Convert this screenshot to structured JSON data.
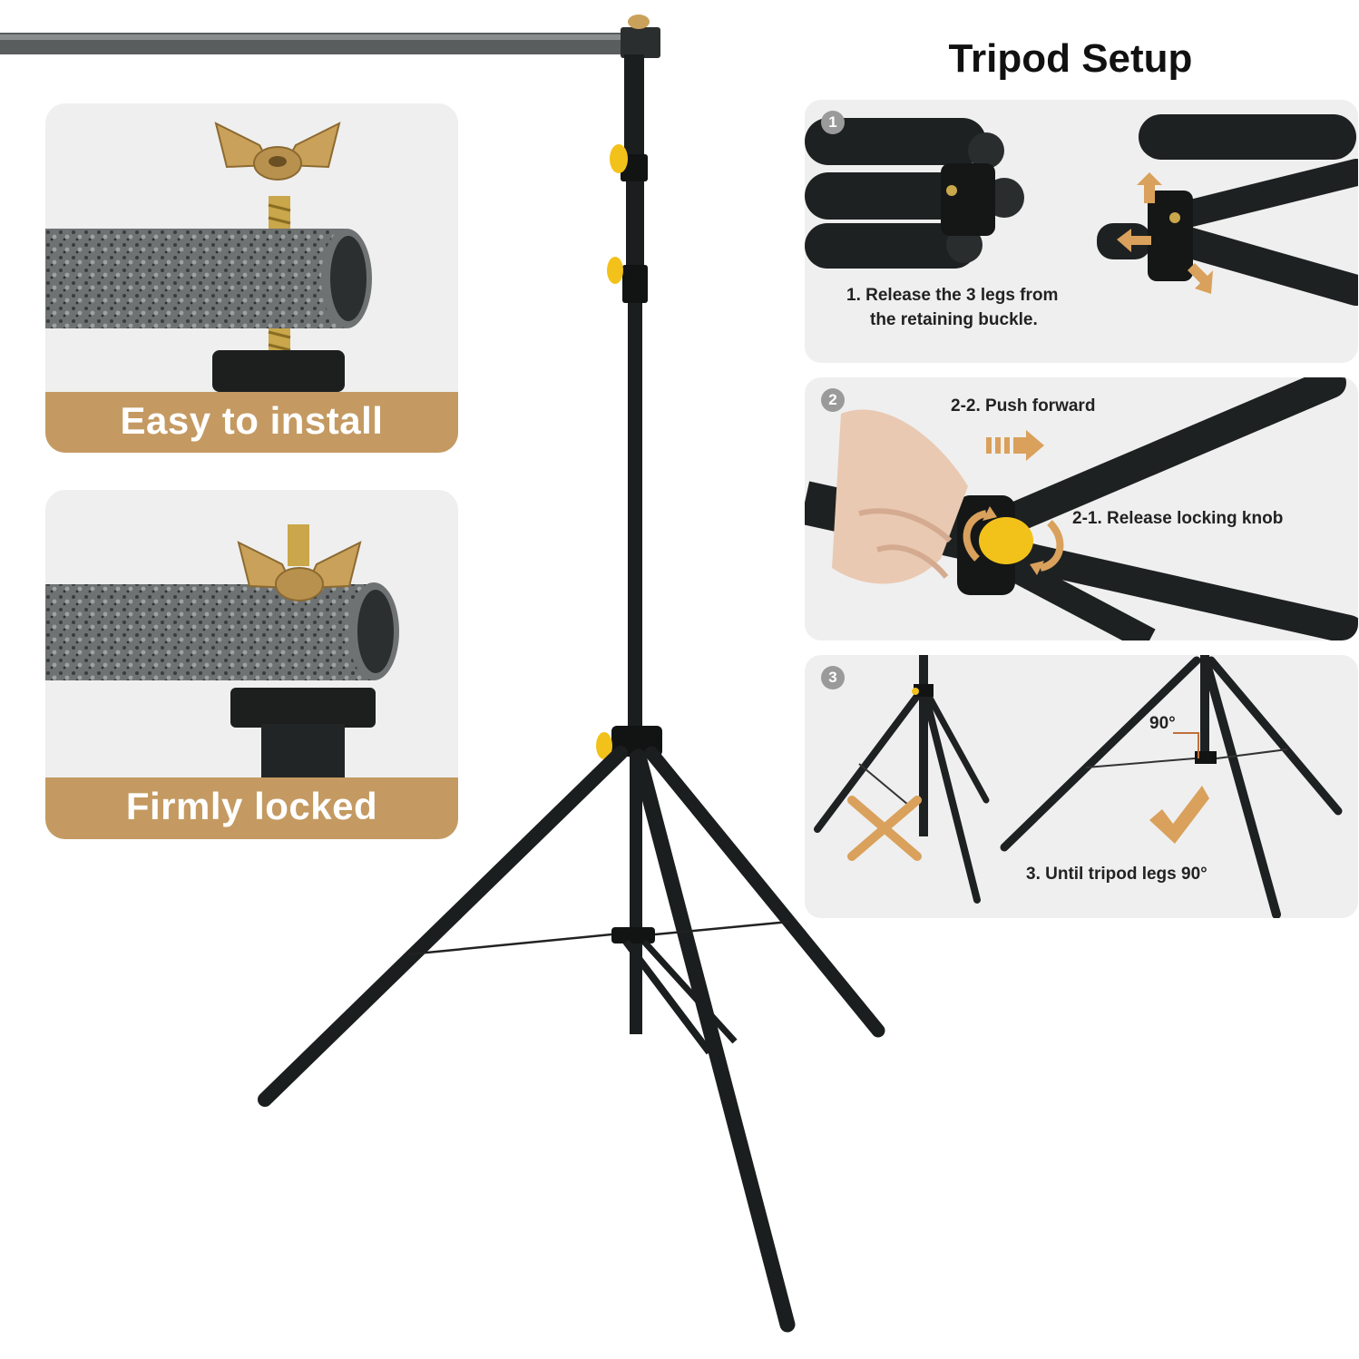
{
  "title": "Tripod Setup",
  "left_panels": [
    {
      "caption": "Easy to install"
    },
    {
      "caption": "Firmly locked"
    }
  ],
  "steps": [
    {
      "badge": "1",
      "text_line1": "1. Release the 3 legs from",
      "text_line2": "the retaining buckle."
    },
    {
      "badge": "2",
      "push_text": "2-2. Push forward",
      "knob_text": "2-1. Release locking knob"
    },
    {
      "badge": "3",
      "angle_text": "90°",
      "text": "3. Until tripod legs 90°"
    }
  ],
  "colors": {
    "caption_band": "#c49a62",
    "panel_bg": "#efefef",
    "tube": "#1b1e1e",
    "knob": "#f3c21a",
    "accent_arrow": "#d9a15c"
  },
  "icons": [
    "wing-nut-icon",
    "cross-mark-icon",
    "check-mark-icon",
    "rotate-arrow-icon",
    "push-arrow-icon"
  ]
}
